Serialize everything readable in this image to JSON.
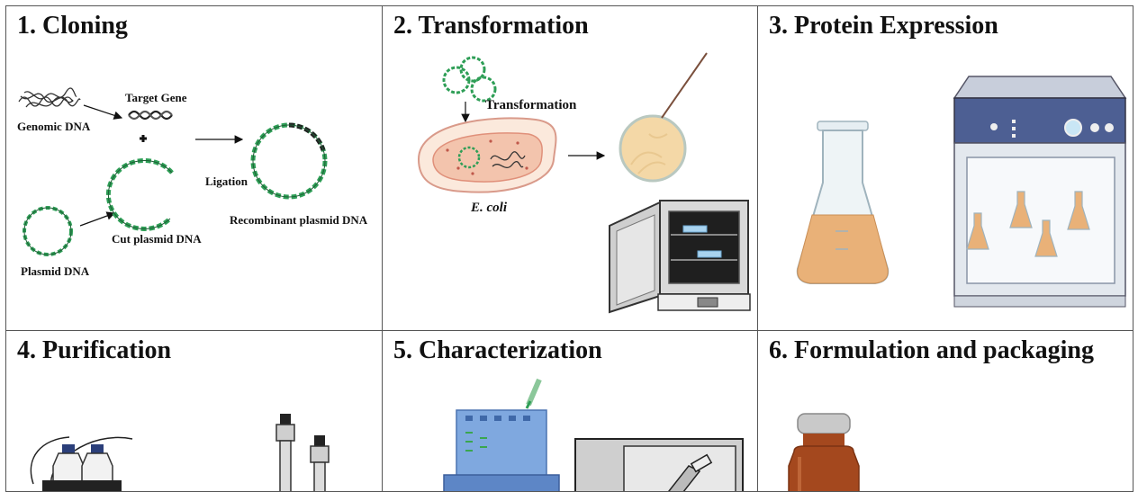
{
  "panels": [
    {
      "id": "cloning",
      "title": "1. Cloning",
      "labels": {
        "genomic_dna": "Genomic DNA",
        "target_gene": "Target Gene",
        "plasmid_dna": "Plasmid DNA",
        "cut_plasmid_dna": "Cut plasmid DNA",
        "ligation": "Ligation",
        "recombinant_plasmid_dna": "Recombinant plasmid DNA"
      }
    },
    {
      "id": "transformation",
      "title": "2. Transformation",
      "labels": {
        "transformation": "Transformation",
        "e_coli": "E. coli"
      }
    },
    {
      "id": "protein-expression",
      "title": "3. Protein Expression",
      "labels": {}
    },
    {
      "id": "purification",
      "title": "4. Purification",
      "labels": {}
    },
    {
      "id": "characterization",
      "title": "5. Characterization",
      "labels": {}
    },
    {
      "id": "formulation",
      "title": "6. Formulation and packaging",
      "labels": {}
    }
  ],
  "colors": {
    "dna_green": "#2e9e56",
    "dna_dark": "#222222",
    "medium_amber": "#e9b178",
    "incubator_blue": "#4d5f93",
    "bottle_brown": "#a4481e",
    "gel_blue": "#7fa8df"
  }
}
